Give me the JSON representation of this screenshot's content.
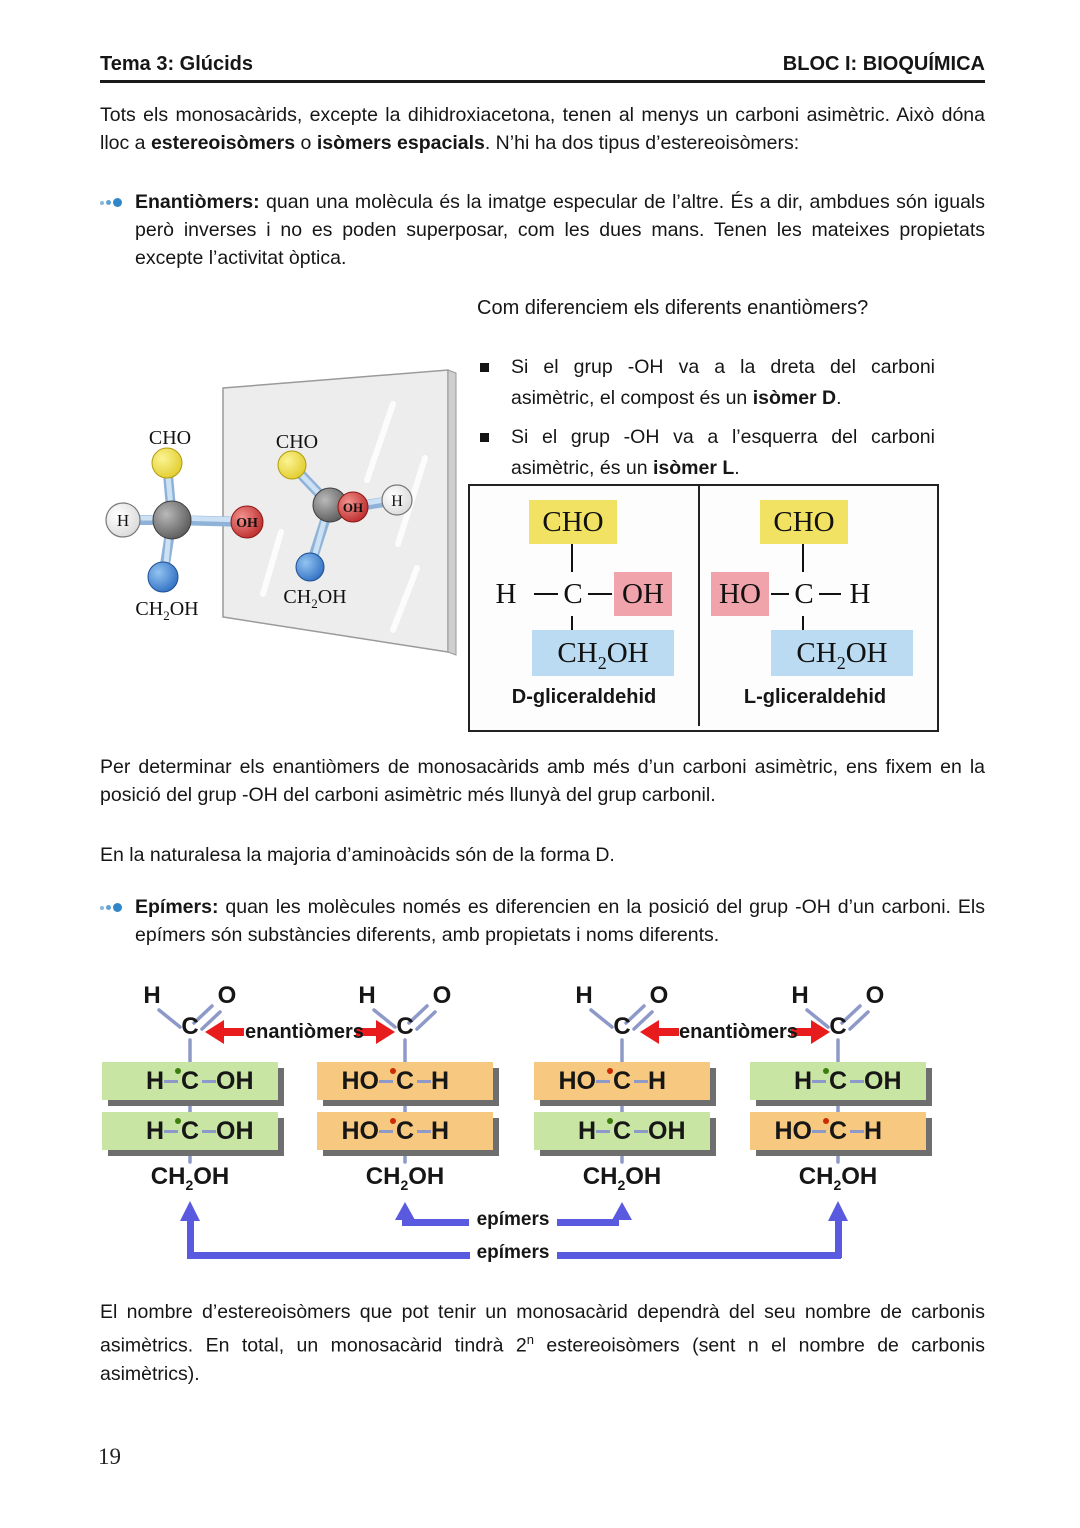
{
  "header": {
    "left": "Tema 3: Glúcids",
    "right": "BLOC I: BIOQUÍMICA"
  },
  "paragraphs": {
    "intro": [
      {
        "t": "Tots els monosacàrids, excepte la dihidroxiacetona, tenen al menys un carboni asimètric. Això dóna lloc a "
      },
      {
        "t": "estereoisòmers",
        "b": true
      },
      {
        "t": " o "
      },
      {
        "t": "isòmers espacials",
        "b": true
      },
      {
        "t": ". N’hi ha dos tipus d’estereoisòmers:"
      }
    ],
    "enantiomers": [
      {
        "t": "Enantiòmers:",
        "b": true
      },
      {
        "t": " quan una molècula és la imatge especular de l’altre. És a dir, ambdues són iguals però inverses i no es poden superposar, com les dues mans. Tenen les mateixes propietats excepte l’activitat òptica."
      }
    ],
    "determinar": "Per determinar els enantiòmers de monosacàrids amb més d’un carboni asimètric, ens fixem en la posició del grup -OH del carboni asimètric més llunyà del grup carbonil.",
    "naturalesa": "En la naturalesa la majoria d’aminoàcids són de la forma D.",
    "epimers": [
      {
        "t": "Epímers:",
        "b": true
      },
      {
        "t": " quan les molècules només es diferencien en la posició del grup -OH d’un carboni. Els epímers són substàncies diferents, amb propietats i noms diferents."
      }
    ],
    "nombre": [
      {
        "t": "El nombre d’estereoisòmers que pot tenir un monosacàrid dependrà del seu nombre de carbonis asimètrics. En total, un monosacàrid tindrà 2"
      },
      {
        "t": "n",
        "sup": true
      },
      {
        "t": " estereoisòmers (sent n el nombre de carbonis asimètrics)."
      }
    ]
  },
  "right_column": {
    "question": "Com diferenciem els diferents enantiòmers?",
    "bullet_d": [
      {
        "t": "Si el grup -OH va a la dreta del carboni asimètric, el compost és un "
      },
      {
        "t": "isòmer D",
        "b": true
      },
      {
        "t": "."
      }
    ],
    "bullet_l": [
      {
        "t": "Si el grup -OH va a l’esquerra del carboni asimètric, és un "
      },
      {
        "t": "isòmer L",
        "b": true
      },
      {
        "t": "."
      }
    ]
  },
  "mirror_figure": {
    "left": {
      "top_label": "CHO",
      "h_label": "H",
      "oh_label": "OH",
      "bottom_pre": "CH",
      "bottom_sub": "2",
      "bottom_post": "OH"
    },
    "right": {
      "top_label": "CHO",
      "h_label": "H",
      "oh_label": "OH",
      "bottom_pre": "CH",
      "bottom_sub": "2",
      "bottom_post": "OH"
    }
  },
  "dl_box": {
    "cells": [
      {
        "top": "CHO",
        "row_left": "H",
        "row_c": "C",
        "row_right": "OH",
        "bottom_pre": "CH",
        "bottom_sub": "2",
        "bottom_post": "OH",
        "caption": "D-gliceraldehid"
      },
      {
        "top": "CHO",
        "row_left": "HO",
        "row_c": "C",
        "row_right": "H",
        "bottom_pre": "CH",
        "bottom_sub": "2",
        "bottom_post": "OH",
        "caption": "L-gliceraldehid"
      }
    ]
  },
  "diagram": {
    "enantiomers_label": "enantiòmers",
    "epimers_label": "epímers",
    "molecules": [
      {
        "h": "H",
        "o": "O",
        "c": "C",
        "rows": [
          {
            "left": "H",
            "c": "C",
            "right": "OH",
            "color": "green"
          },
          {
            "left": "H",
            "c": "C",
            "right": "OH",
            "color": "green"
          }
        ],
        "bottom_pre": "CH",
        "bottom_sub": "2",
        "bottom_post": "OH"
      },
      {
        "h": "H",
        "o": "O",
        "c": "C",
        "rows": [
          {
            "left": "HO",
            "c": "C",
            "right": "H",
            "color": "orange"
          },
          {
            "left": "HO",
            "c": "C",
            "right": "H",
            "color": "orange"
          }
        ],
        "bottom_pre": "CH",
        "bottom_sub": "2",
        "bottom_post": "OH"
      },
      {
        "h": "H",
        "o": "O",
        "c": "C",
        "rows": [
          {
            "left": "HO",
            "c": "C",
            "right": "H",
            "color": "orange"
          },
          {
            "left": "H",
            "c": "C",
            "right": "OH",
            "color": "green"
          }
        ],
        "bottom_pre": "CH",
        "bottom_sub": "2",
        "bottom_post": "OH"
      },
      {
        "h": "H",
        "o": "O",
        "c": "C",
        "rows": [
          {
            "left": "H",
            "c": "C",
            "right": "OH",
            "color": "green"
          },
          {
            "left": "HO",
            "c": "C",
            "right": "H",
            "color": "orange"
          }
        ],
        "bottom_pre": "CH",
        "bottom_sub": "2",
        "bottom_post": "OH"
      }
    ]
  },
  "page": {
    "number": "19"
  },
  "colors": {
    "highlight_green": "#c9e5a4",
    "highlight_orange": "#f7c87f",
    "highlight_yellow": "#f1e264",
    "highlight_pink": "#f0a3ab",
    "highlight_blue": "#badbf2",
    "row_shadow": "#6e6e6e",
    "bond_blue": "#8d99c9",
    "arrow_red": "#e81c1c",
    "arrow_blue": "#5a5ae0",
    "bullet_blue": "#2f86c8"
  }
}
